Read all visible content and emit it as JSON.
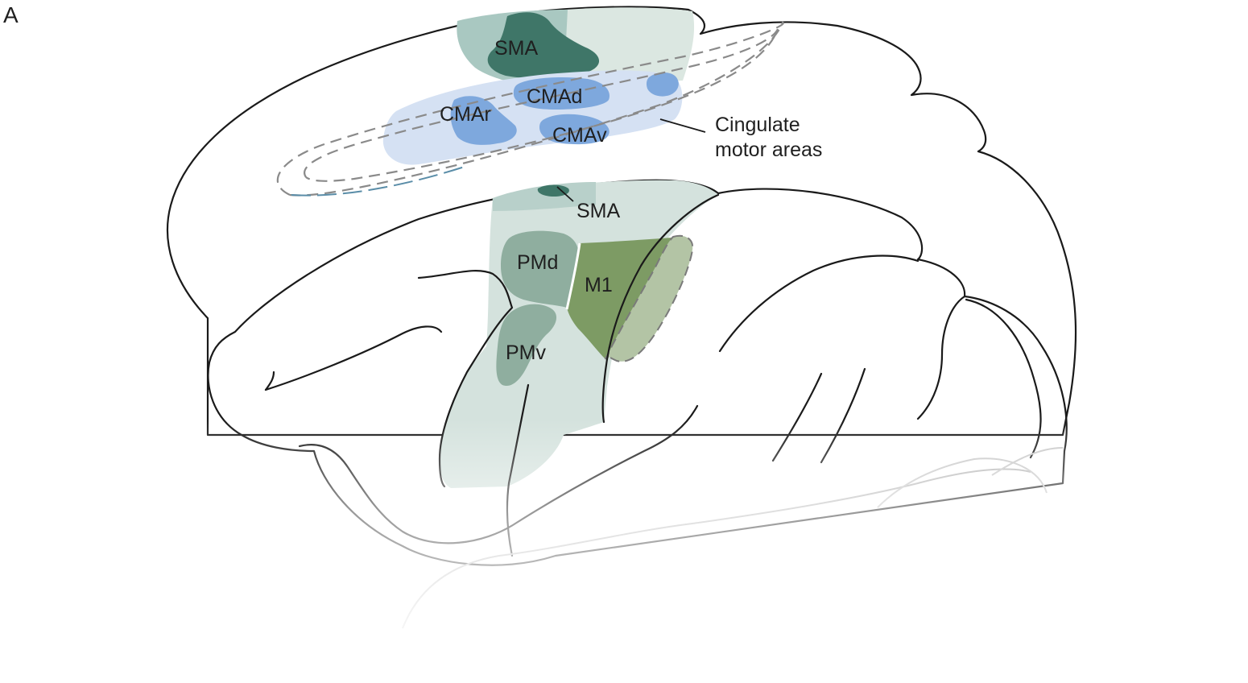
{
  "figure": {
    "panel_label": "A"
  },
  "labels": {
    "sma_medial": "SMA",
    "cmad": "CMAd",
    "cmar": "CMAr",
    "cmav": "CMAv",
    "cingulate_line1": "Cingulate",
    "cingulate_line2": "motor areas",
    "sma_lateral": "SMA",
    "pmd": "PMd",
    "m1": "M1",
    "pmv": "PMv"
  },
  "colors": {
    "cortex": "#fdebdc",
    "outline": "#1a1a1a",
    "premotor_band": "#d4e2dd",
    "sma": "#3f7668",
    "sma_light": "#a9c8c1",
    "cingulate_band": "#d5e1f3",
    "cingulate_core": "#7ea8dd",
    "pm": "#8fae9f",
    "m1": "#7d9b64",
    "m1_sulcus": "#b3c4a5"
  }
}
